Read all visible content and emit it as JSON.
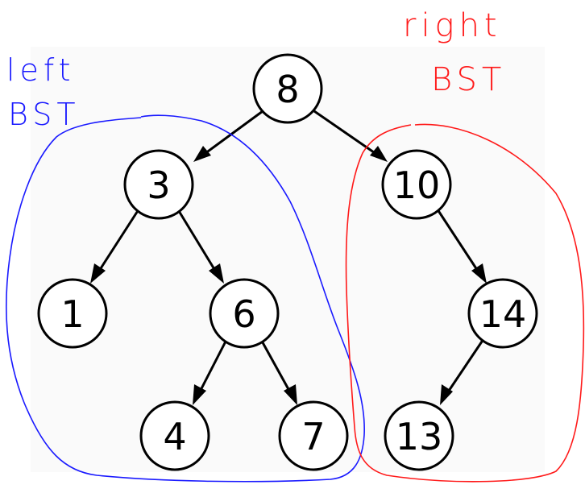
{
  "tree": {
    "nodes": [
      {
        "id": "n8",
        "label": "8"
      },
      {
        "id": "n3",
        "label": "3"
      },
      {
        "id": "n10",
        "label": "10"
      },
      {
        "id": "n1",
        "label": "1"
      },
      {
        "id": "n6",
        "label": "6"
      },
      {
        "id": "n14",
        "label": "14"
      },
      {
        "id": "n4",
        "label": "4"
      },
      {
        "id": "n7",
        "label": "7"
      },
      {
        "id": "n13",
        "label": "13"
      }
    ],
    "edges": [
      {
        "from": "8",
        "to": "3"
      },
      {
        "from": "8",
        "to": "10"
      },
      {
        "from": "3",
        "to": "1"
      },
      {
        "from": "3",
        "to": "6"
      },
      {
        "from": "10",
        "to": "14"
      },
      {
        "from": "6",
        "to": "4"
      },
      {
        "from": "6",
        "to": "7"
      },
      {
        "from": "14",
        "to": "13"
      }
    ]
  },
  "annotations": {
    "left": {
      "line1": "left",
      "line2": "BST",
      "color": "#1a1aff"
    },
    "right": {
      "line1": "right",
      "line2": "BST",
      "color": "#ff1a1a"
    }
  }
}
